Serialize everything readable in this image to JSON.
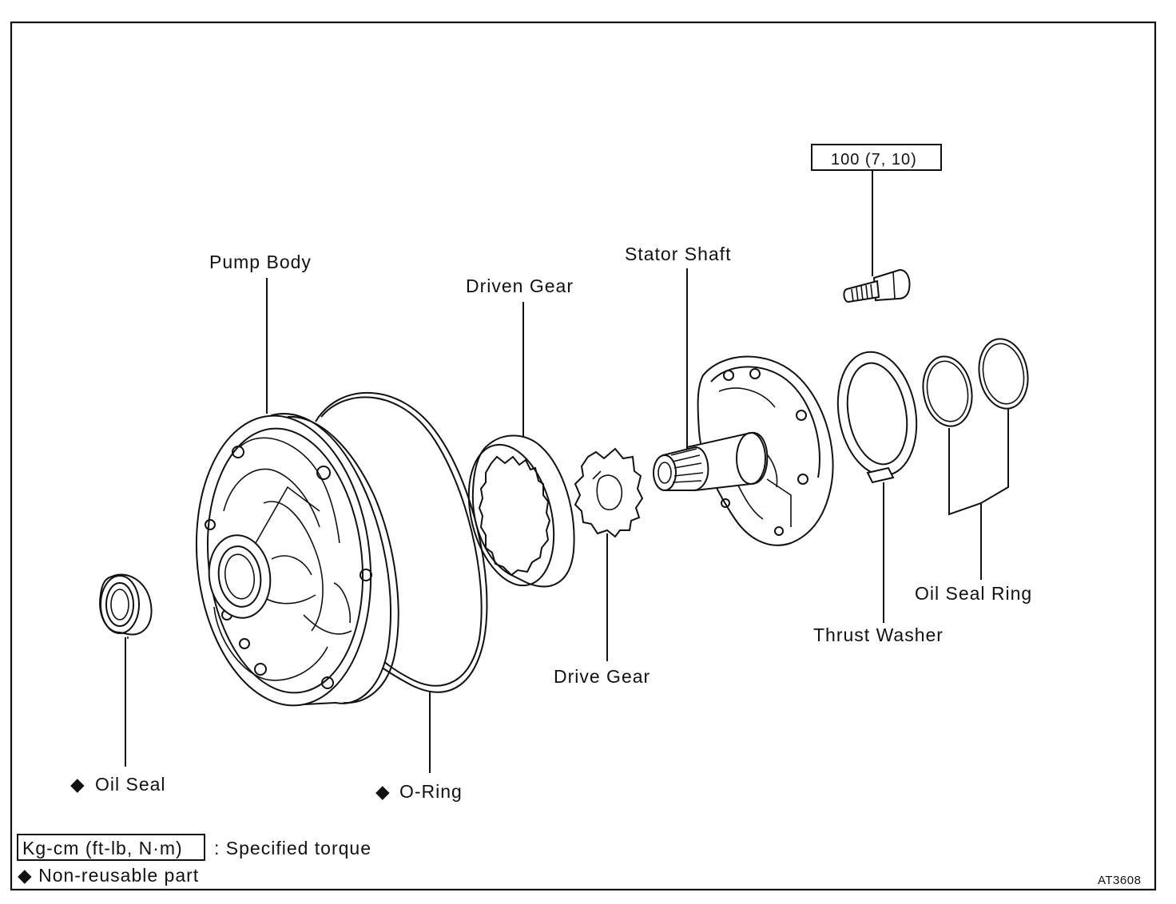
{
  "diagram": {
    "torque_value": "100 (7, 10)",
    "labels": {
      "pump_body": "Pump Body",
      "driven_gear": "Driven Gear",
      "stator_shaft": "Stator Shaft",
      "drive_gear": "Drive Gear",
      "thrust_washer": "Thrust Washer",
      "oil_seal_ring": "Oil Seal Ring",
      "oil_seal": "Oil Seal",
      "o_ring": "O-Ring"
    },
    "non_reusable_marker": "◆"
  },
  "legend": {
    "torque_unit_box": "Kg-cm (ft-lb, N·m)",
    "torque_desc": ": Specified torque",
    "non_reusable": "◆ Non-reusable part"
  },
  "figure_code": "AT3608"
}
